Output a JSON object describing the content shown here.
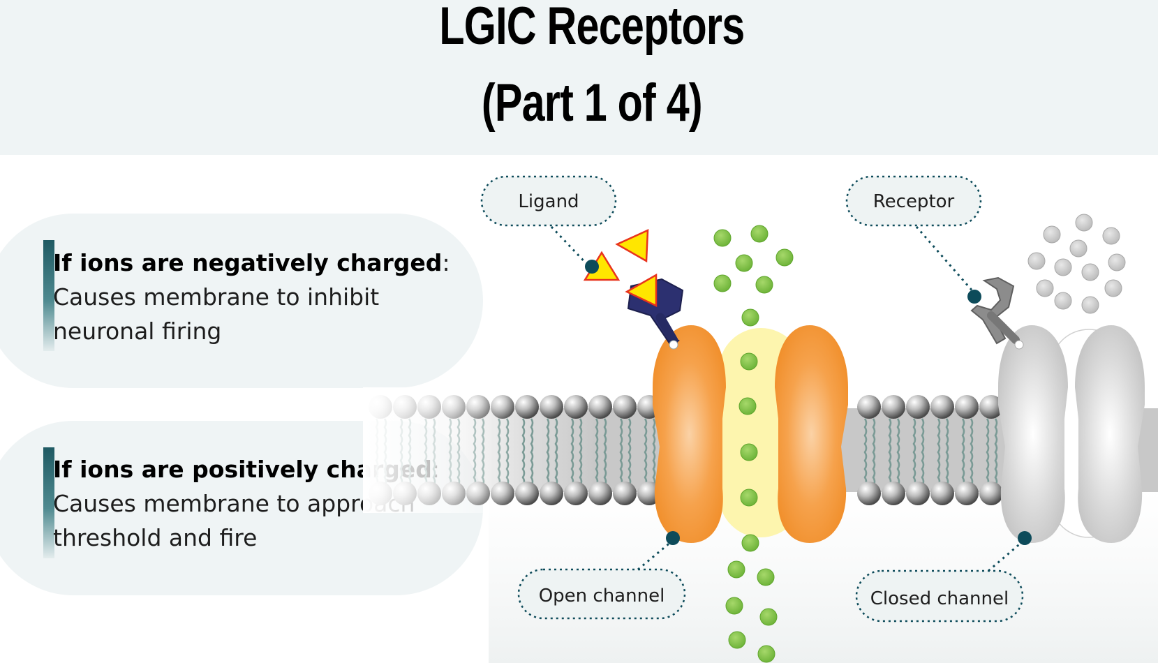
{
  "header": {
    "title_line1": "LGIC Receptors",
    "title_line2": "(Part 1 of 4)"
  },
  "info": [
    {
      "heading": "If ions are negatively charged",
      "colon": ":",
      "line1": "Causes membrane to inhibit",
      "line2": "neuronal firing"
    },
    {
      "heading": "If ions are positively charged",
      "colon": ":",
      "line1": "Causes membrane to approach",
      "line2": "threshold and fire"
    }
  ],
  "labels": {
    "ligand": "Ligand",
    "receptor": "Receptor",
    "open_channel": "Open channel",
    "closed_channel": "Closed channel"
  },
  "colors": {
    "header_bg": "#eff4f5",
    "accent": "#1f5a63",
    "channel_orange": "#f39430",
    "pore_yellow": "#fdf5ae",
    "ion_green": "#7dc142",
    "ligand_yellow": "#ffe600",
    "ligand_outline": "#e8331d",
    "receptor_navy": "#262a63",
    "closed_grey": "#cfcfcf",
    "pointer_dot": "#0d4b5a"
  },
  "icons": [
    "ligand-triangle-icon",
    "ion-particle-icon"
  ]
}
